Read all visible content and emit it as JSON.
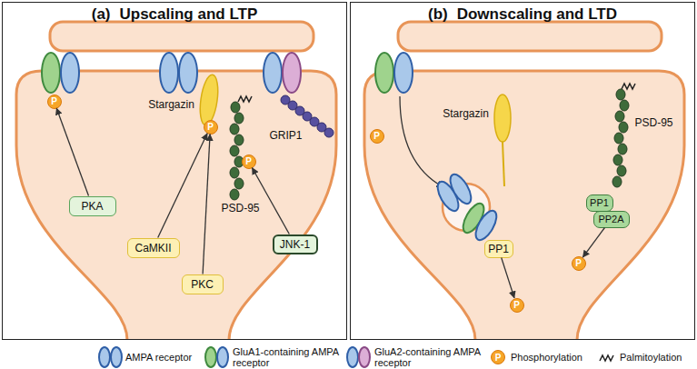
{
  "diagram": {
    "nodes": [
      {
        "text": [
          "(a)",
          "Upscaling and LTP"
        ]
      },
      {
        "text": [
          "PKA"
        ],
        "in": 0
      },
      {
        "text": [
          "P"
        ],
        "in": 0
      },
      {
        "text": [
          "Stargazin"
        ],
        "in": 0
      },
      {
        "text": [
          "P"
        ],
        "in": 0
      },
      {
        "text": [
          "PSD-95"
        ],
        "in": 0
      },
      {
        "text": [
          "P"
        ],
        "in": 0
      },
      {
        "text": [
          "GRIP1"
        ],
        "in": 0
      },
      {
        "text": [
          "CaMKII"
        ],
        "in": 0
      },
      {
        "text": [
          "PKC"
        ],
        "in": 0
      },
      {
        "text": [
          "JNK-1"
        ],
        "in": 0
      },
      {
        "text": [
          "(b)",
          "Downscaling and LTD"
        ]
      },
      {
        "text": [
          "P"
        ],
        "in": 11
      },
      {
        "text": [
          "Stargazin"
        ],
        "in": 11
      },
      {
        "text": [
          "PP1"
        ],
        "in": 11
      },
      {
        "text": [
          "P"
        ],
        "in": 11
      },
      {
        "text": [
          "PSD-95"
        ],
        "in": 11
      },
      {
        "text": [
          "PP1"
        ],
        "in": 11
      },
      {
        "text": [
          "PP2A"
        ],
        "in": 11
      },
      {
        "text": [
          "P"
        ],
        "in": 11
      }
    ],
    "edges": [
      {
        "from": 1,
        "to": 2,
        "arrow": "to"
      },
      {
        "from": 8,
        "to": 4,
        "arrow": "to"
      },
      {
        "from": 9,
        "to": 4,
        "arrow": "to"
      },
      {
        "from": 10,
        "to": 6,
        "arrow": "to"
      },
      {
        "from": 14,
        "to": 15,
        "arrow": "to"
      },
      {
        "from": 18,
        "to": 19,
        "arrow": "to"
      }
    ],
    "labels": [
      "P"
    ],
    "legend": [
      {
        "text": "AMPA receptor"
      },
      {
        "text": "GluA1-containing AMPA receptor"
      },
      {
        "text": "GluA2-containing AMPA receptor"
      },
      {
        "text": "Phosphorylation"
      },
      {
        "text": "Palmitoylation"
      }
    ]
  }
}
